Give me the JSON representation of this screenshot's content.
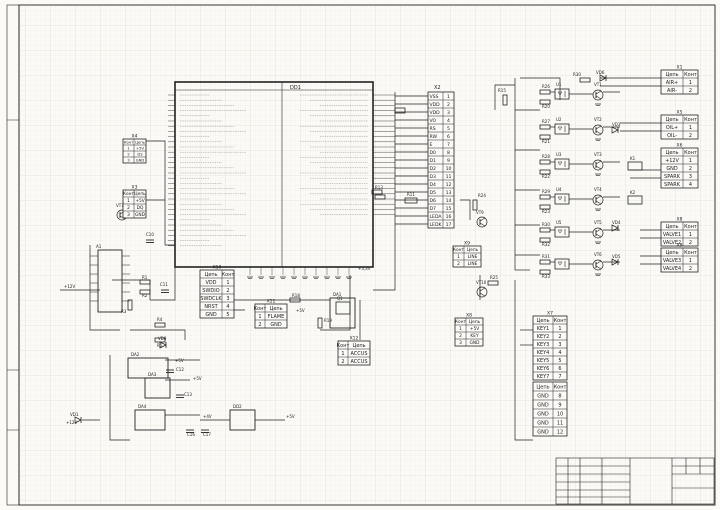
{
  "colors": {
    "grid": "#e6e2d6",
    "line": "#1f1f1f",
    "paper": "#fbfaf7"
  },
  "mcu": {
    "ref": "DD1"
  },
  "connector_x2": {
    "ref": "X2",
    "pins": [
      "VSS",
      "VDD",
      "VDD",
      "VO",
      "RS",
      "RW",
      "E",
      "D0",
      "D1",
      "D2",
      "D3",
      "D4",
      "D5",
      "D6",
      "D7",
      "LEDA",
      "LEDK"
    ]
  },
  "connector_x4": {
    "ref": "X4",
    "head": [
      "Конт",
      "Цепь"
    ],
    "rows": [
      [
        "1",
        "+5V"
      ],
      [
        "2",
        "DS"
      ],
      [
        "3",
        "GND"
      ]
    ]
  },
  "connector_x3": {
    "ref": "X3",
    "head": [
      "Конт",
      "Цепь"
    ],
    "rows": [
      [
        "1",
        "+5V"
      ],
      [
        "2",
        "DQ"
      ],
      [
        "3",
        "GND"
      ]
    ]
  },
  "connector_x10": {
    "ref": "X10",
    "head": [
      "Цепь",
      "Конт"
    ],
    "rows": [
      [
        "VDD",
        "1"
      ],
      [
        "SWDIO",
        "2"
      ],
      [
        "SWDCLK",
        "3"
      ],
      [
        "NRST",
        "4"
      ],
      [
        "GND",
        "5"
      ]
    ]
  },
  "connector_x11": {
    "ref": "X11",
    "head": [
      "Конт",
      "Цепь"
    ],
    "rows": [
      [
        "1",
        "FLAME"
      ],
      [
        "2",
        "GND"
      ]
    ]
  },
  "connector_x12": {
    "ref": "X12",
    "head": [
      "Конт",
      "Цепь"
    ],
    "rows": [
      [
        "1",
        "ACCUS"
      ],
      [
        "2",
        "ACCUS"
      ]
    ]
  },
  "connector_x9": {
    "ref": "X9",
    "head": [
      "Конт",
      "Цепь"
    ],
    "rows": [
      [
        "1",
        "LINE"
      ],
      [
        "2",
        "LINE"
      ]
    ]
  },
  "connector_x8": {
    "ref": "X8",
    "head": [
      "Конт",
      "Цепь"
    ],
    "rows": [
      [
        "1",
        "+5V"
      ],
      [
        "2",
        "KEY"
      ],
      [
        "3",
        "GND"
      ]
    ]
  },
  "connector_x7": {
    "ref": "X7",
    "head": [
      "Цепь",
      "Конт"
    ],
    "rows": [
      [
        "KEY1",
        "1"
      ],
      [
        "KEY2",
        "2"
      ],
      [
        "KEY3",
        "3"
      ],
      [
        "KEY4",
        "4"
      ],
      [
        "KEY5",
        "5"
      ],
      [
        "KEY6",
        "6"
      ],
      [
        "KEY7",
        "7"
      ]
    ]
  },
  "connector_x7b": {
    "ref": "",
    "head": [
      "Цепь",
      "Конт"
    ],
    "rows": [
      [
        "GND",
        "8"
      ],
      [
        "GND",
        "9"
      ],
      [
        "GND",
        "10"
      ],
      [
        "GND",
        "11"
      ],
      [
        "GND",
        "12"
      ]
    ]
  },
  "right_connectors": [
    {
      "ref": "X1",
      "head": [
        "Цепь",
        "Конт"
      ],
      "rows": [
        [
          "AIR+",
          "1"
        ],
        [
          "AIR-",
          "2"
        ]
      ]
    },
    {
      "ref": "X5",
      "head": [
        "Цепь",
        "Конт"
      ],
      "rows": [
        [
          "OIL+",
          "1"
        ],
        [
          "OIL-",
          "2"
        ]
      ]
    },
    {
      "ref": "X6",
      "head": [
        "Цепь",
        "Конт"
      ],
      "rows": [
        [
          "+12V",
          "1"
        ],
        [
          "GND",
          "2"
        ],
        [
          "SPARK",
          "3"
        ],
        [
          "SPARK",
          "4"
        ]
      ]
    },
    {
      "ref": "X8",
      "head": [
        "Цепь",
        "Конт"
      ],
      "rows": [
        [
          "VALVE1",
          "1"
        ],
        [
          "VALVE2",
          "2"
        ]
      ]
    },
    {
      "ref": "X8",
      "head": [
        "Цепь",
        "Конт"
      ],
      "rows": [
        [
          "VALVE3",
          "1"
        ],
        [
          "VALVE4",
          "2"
        ]
      ]
    }
  ],
  "labels": {
    "a1": "A1",
    "da1": "DA1",
    "da2": "DA2",
    "da3": "DA3",
    "da4": "DA4",
    "dd2": "DD2",
    "k1": "K1",
    "k2": "K2",
    "vd1": "VD1",
    "vd8": "VD8",
    "q1": "Q1",
    "plus12v": "+12V",
    "plus5v": "+5V",
    "plus33v": "+3,3V",
    "plus4v": "+4V",
    "r1": "R1",
    "r2": "R2",
    "r3": "R3",
    "r4": "R4",
    "r5": "R5",
    "r11": "R11",
    "r12": "R12",
    "r13": "R13",
    "r14": "R14",
    "r15": "R15",
    "r16": "R16",
    "r17": "R17",
    "r18": "R18",
    "r19": "R19",
    "r20": "R20",
    "r21": "R21",
    "r22": "R22",
    "r23": "R23",
    "r24": "R24",
    "r25": "R25",
    "r26": "R26",
    "r27": "R27",
    "r28": "R28",
    "r29": "R29",
    "r30": "R30",
    "r31": "R31",
    "r32": "R32",
    "r33": "R33",
    "r34": "R34",
    "c10": "C10",
    "c11": "C11",
    "c12": "C12",
    "c13": "C13",
    "c16": "C16",
    "c17": "C17",
    "vt1": "VT1",
    "vt2": "VT2",
    "vt3": "VT3",
    "vt4": "VT4",
    "vt5": "VT5",
    "vt6": "VT6",
    "vt7": "VT7",
    "vt8": "VT8",
    "vt9": "VT9",
    "vt10": "VT10",
    "u1": "U1",
    "u2": "U2",
    "u3": "U3",
    "u4": "U4",
    "u5": "U5",
    "vd3": "VD3",
    "vd4": "VD4",
    "vd5": "VD5",
    "vd6": "VD6"
  }
}
